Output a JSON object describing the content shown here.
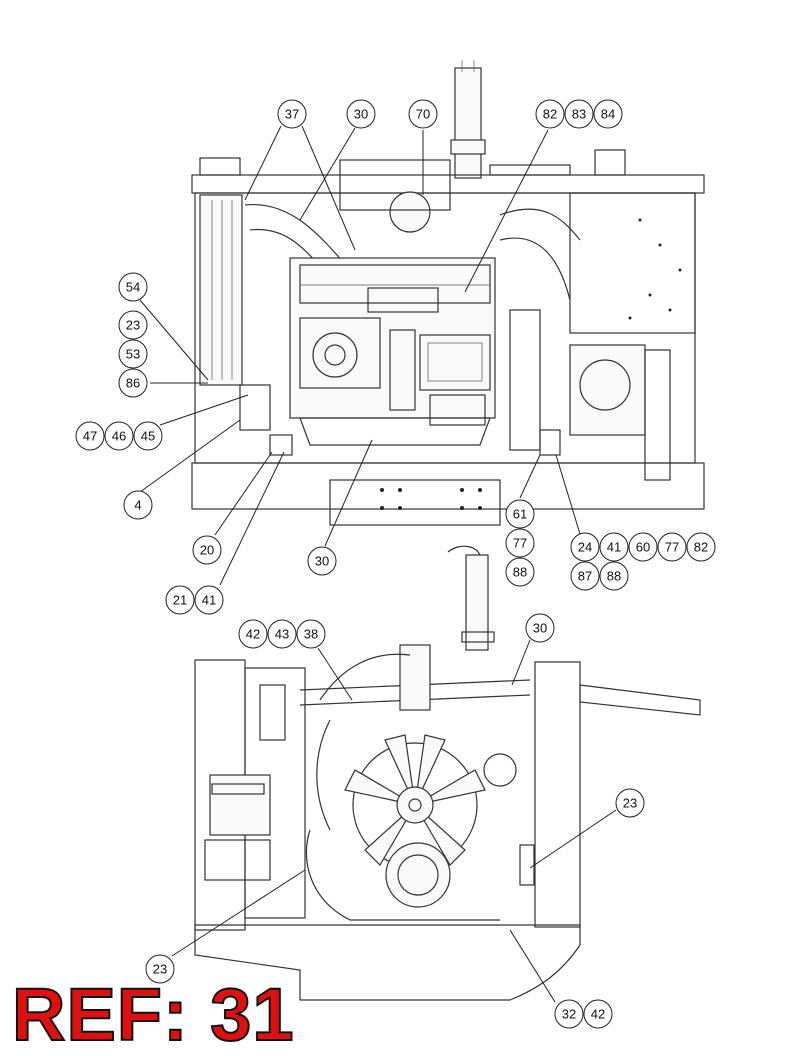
{
  "title": "REF: 31",
  "callouts": {
    "top_37": "37",
    "top_30": "30",
    "top_70": "70",
    "top_82": "82",
    "top_83": "83",
    "top_84": "84",
    "left_54": "54",
    "left_23": "23",
    "left_53": "53",
    "left_86": "86",
    "left_47": "47",
    "left_46": "46",
    "left_45": "45",
    "left_4": "4",
    "bot_20": "20",
    "bot_21": "21",
    "bot_41": "41",
    "bot_30": "30",
    "mid_61": "61",
    "mid_77": "77",
    "mid_88": "88",
    "right_24": "24",
    "right_41": "41",
    "right_60": "60",
    "right_77": "77",
    "right_82": "82",
    "right_87": "87",
    "right_88": "88",
    "front_42": "42",
    "front_43": "43",
    "front_38": "38",
    "front_30": "30",
    "front_23r": "23",
    "front_23l": "23",
    "front_32": "32",
    "front_42b": "42"
  }
}
